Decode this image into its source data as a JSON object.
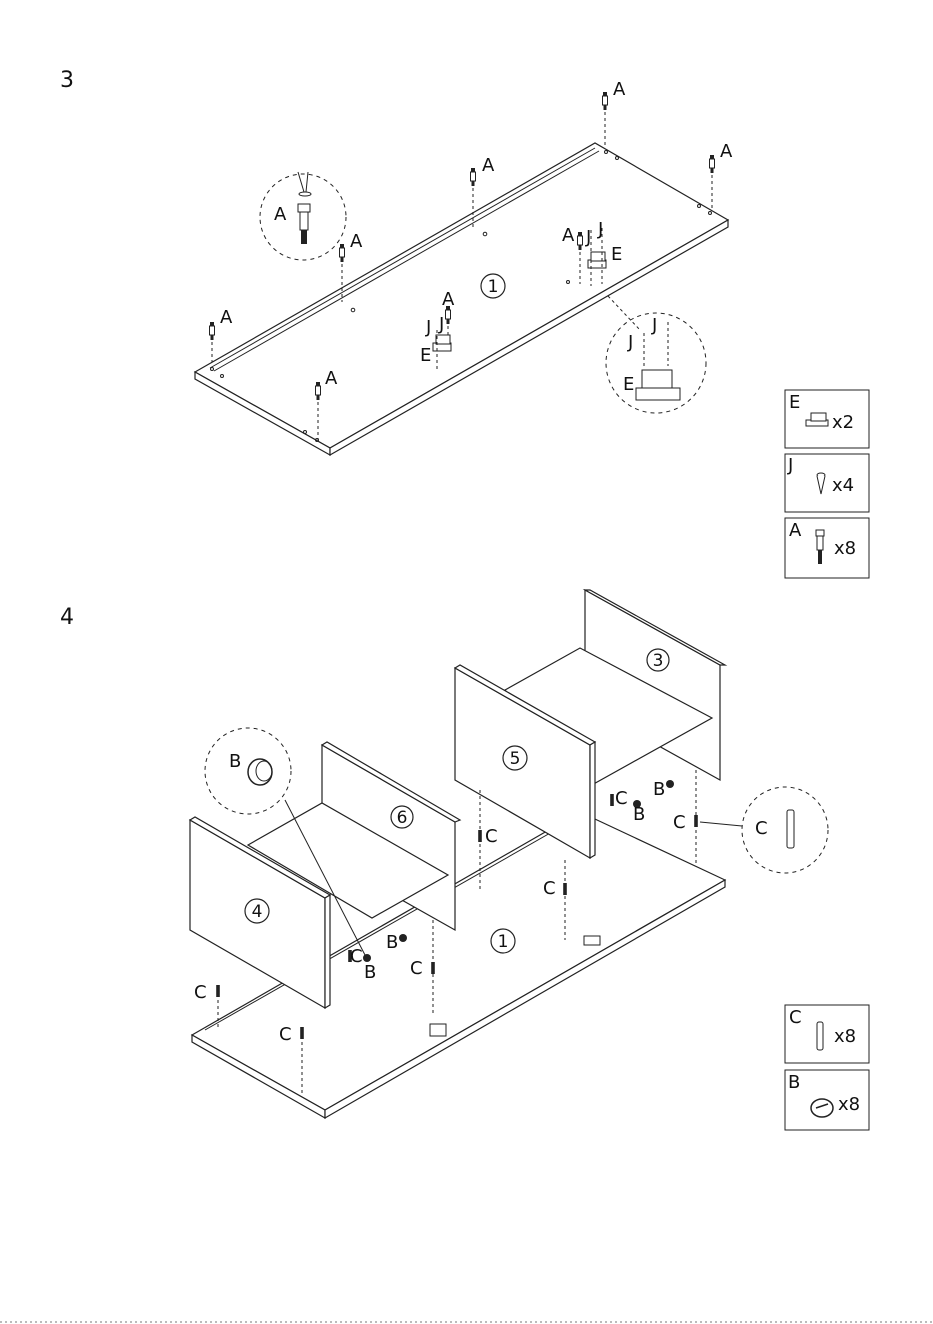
{
  "steps": {
    "step3": "3",
    "step4": "4"
  },
  "parts": {
    "A": "A",
    "B": "B",
    "C": "C",
    "E": "E",
    "J": "J"
  },
  "panels": {
    "p1": "1",
    "p3": "3",
    "p4": "4",
    "p5": "5",
    "p6": "6"
  },
  "hardware_boxes": [
    {
      "letter": "E",
      "qty": "x2",
      "icon": "magnet-catch-icon"
    },
    {
      "letter": "J",
      "qty": "x4",
      "icon": "screw-icon"
    },
    {
      "letter": "A",
      "qty": "x8",
      "icon": "cam-bolt-icon"
    },
    {
      "letter": "C",
      "qty": "x8",
      "icon": "dowel-icon"
    },
    {
      "letter": "B",
      "qty": "x8",
      "icon": "cam-lock-icon"
    }
  ]
}
